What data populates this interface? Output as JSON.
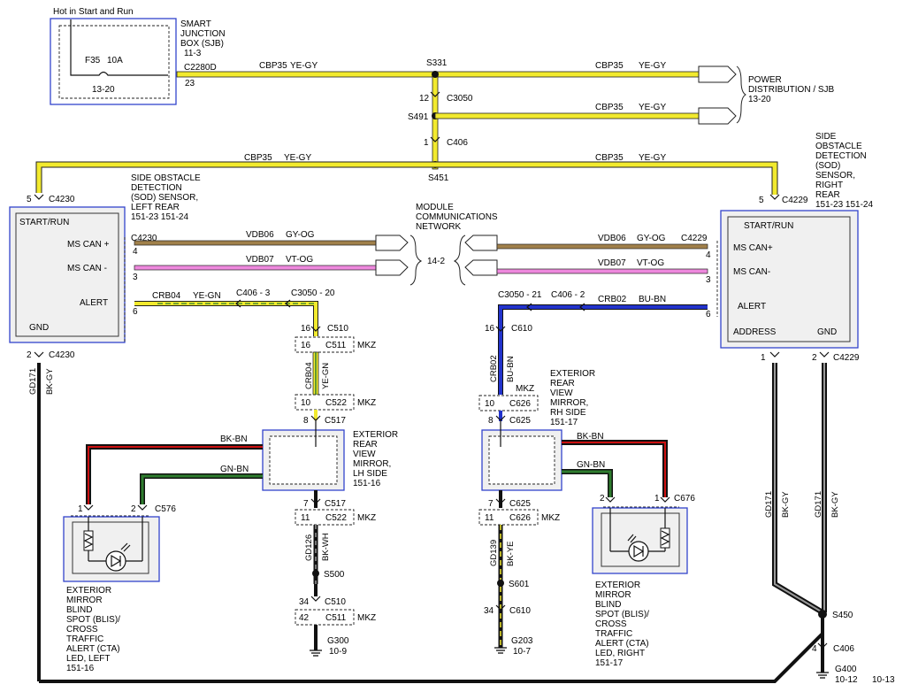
{
  "boxes": {
    "sjb_note": "Hot in Start and Run",
    "fuse": "F35",
    "fuse_rating": "10A",
    "fuse_ref": "13-20",
    "sjb_lines": [
      "SMART",
      "JUNCTION",
      "BOX (SJB)",
      "11-3"
    ]
  },
  "power_dist": [
    "POWER",
    "DISTRIBUTION / SJB",
    "13-20"
  ],
  "module_comm": [
    "MODULE",
    "COMMUNICATIONS",
    "NETWORK"
  ],
  "module_comm_ref": "14-2",
  "sod_left": {
    "title": [
      "SIDE OBSTACLE",
      "DETECTION",
      "(SOD) SENSOR,",
      "LEFT REAR",
      "151-23     151-24"
    ],
    "pins": {
      "start": "START/RUN",
      "can_hi": "MS CAN +",
      "can_lo": "MS CAN -",
      "alert": "ALERT",
      "gnd": "GND"
    }
  },
  "sod_right": {
    "title": [
      "SIDE",
      "OBSTACLE",
      "DETECTION",
      "(SOD)",
      "SENSOR,",
      "RIGHT",
      "REAR",
      "151-23     151-24"
    ],
    "pins": {
      "start": "START/RUN",
      "can_hi": "MS CAN+",
      "can_lo": "MS CAN-",
      "alert": "ALERT",
      "address": "ADDRESS",
      "gnd": "GND"
    }
  },
  "mirror_lh": [
    "EXTERIOR",
    "REAR",
    "VIEW",
    "MIRROR,",
    "LH SIDE",
    "151-16"
  ],
  "mirror_rh": [
    "EXTERIOR",
    "REAR",
    "VIEW",
    "MIRROR,",
    "RH SIDE",
    "151-17"
  ],
  "blis_left": [
    "EXTERIOR",
    "MIRROR",
    "BLIND",
    "SPOT (BLIS)/",
    "CROSS",
    "TRAFFIC",
    "ALERT (CTA)",
    "LED, LEFT",
    "151-16"
  ],
  "blis_right": [
    "EXTERIOR",
    "MIRROR",
    "BLIND",
    "SPOT (BLIS)/",
    "CROSS",
    "TRAFFIC",
    "ALERT (CTA)",
    "LED, RIGHT",
    "151-17"
  ],
  "circuits": {
    "cbp35": "CBP35",
    "ye_gy": "YE-GY",
    "vdb06": "VDB06",
    "gy_og": "GY-OG",
    "vdb07": "VDB07",
    "vt_og": "VT-OG",
    "crb04": "CRB04",
    "ye_gn": "YE-GN",
    "crb02": "CRB02",
    "bu_bn": "BU-BN",
    "gd171": "GD171",
    "bk_gy": "BK-GY",
    "bk_bn": "BK-BN",
    "gn_bn": "GN-BN",
    "gd126": "GD126",
    "bk_wh": "BK-WH",
    "gd139": "GD139",
    "bk_ye": "BK-YE"
  },
  "connectors": {
    "c2280d": "C2280D",
    "c3050": "C3050",
    "c406": "C406",
    "c4230": "C4230",
    "c4229": "C4229",
    "c406_3": "C406 - 3",
    "c3050_20": "C3050 - 20",
    "c3050_21": "C3050 - 21",
    "c406_2": "C406 - 2",
    "c510": "C510",
    "c511": "C511",
    "c522": "C522",
    "c517": "C517",
    "c610": "C610",
    "c626": "C626",
    "c625": "C625",
    "c576": "C576",
    "c676": "C676"
  },
  "splices": {
    "s331": "S331",
    "s491": "S491",
    "s451": "S451",
    "s500": "S500",
    "s601": "S601",
    "s450": "S450"
  },
  "grounds": {
    "g300": "G300",
    "g300_ref": "10-9",
    "g203": "G203",
    "g203_ref": "10-7",
    "g400": "G400",
    "g400_ref": "10-12"
  },
  "mkz": "MKZ",
  "page_ref": "10-13",
  "pins": {
    "p23": "23",
    "p12": "12",
    "p1": "1",
    "p5": "5",
    "p4": "4",
    "p3": "3",
    "p6": "6",
    "p2": "2",
    "p16": "16",
    "p10": "10",
    "p8": "8",
    "p7": "7",
    "p11": "11",
    "p34": "34",
    "p42": "42"
  },
  "colors": {
    "yellow": "#f2ea2e",
    "brown": "#a0804a",
    "pink": "#ee88dd",
    "green": "#2e7d2e",
    "blue": "#2233cc",
    "red": "#cc1111",
    "black": "#111111",
    "box_border": "#3344cc"
  }
}
